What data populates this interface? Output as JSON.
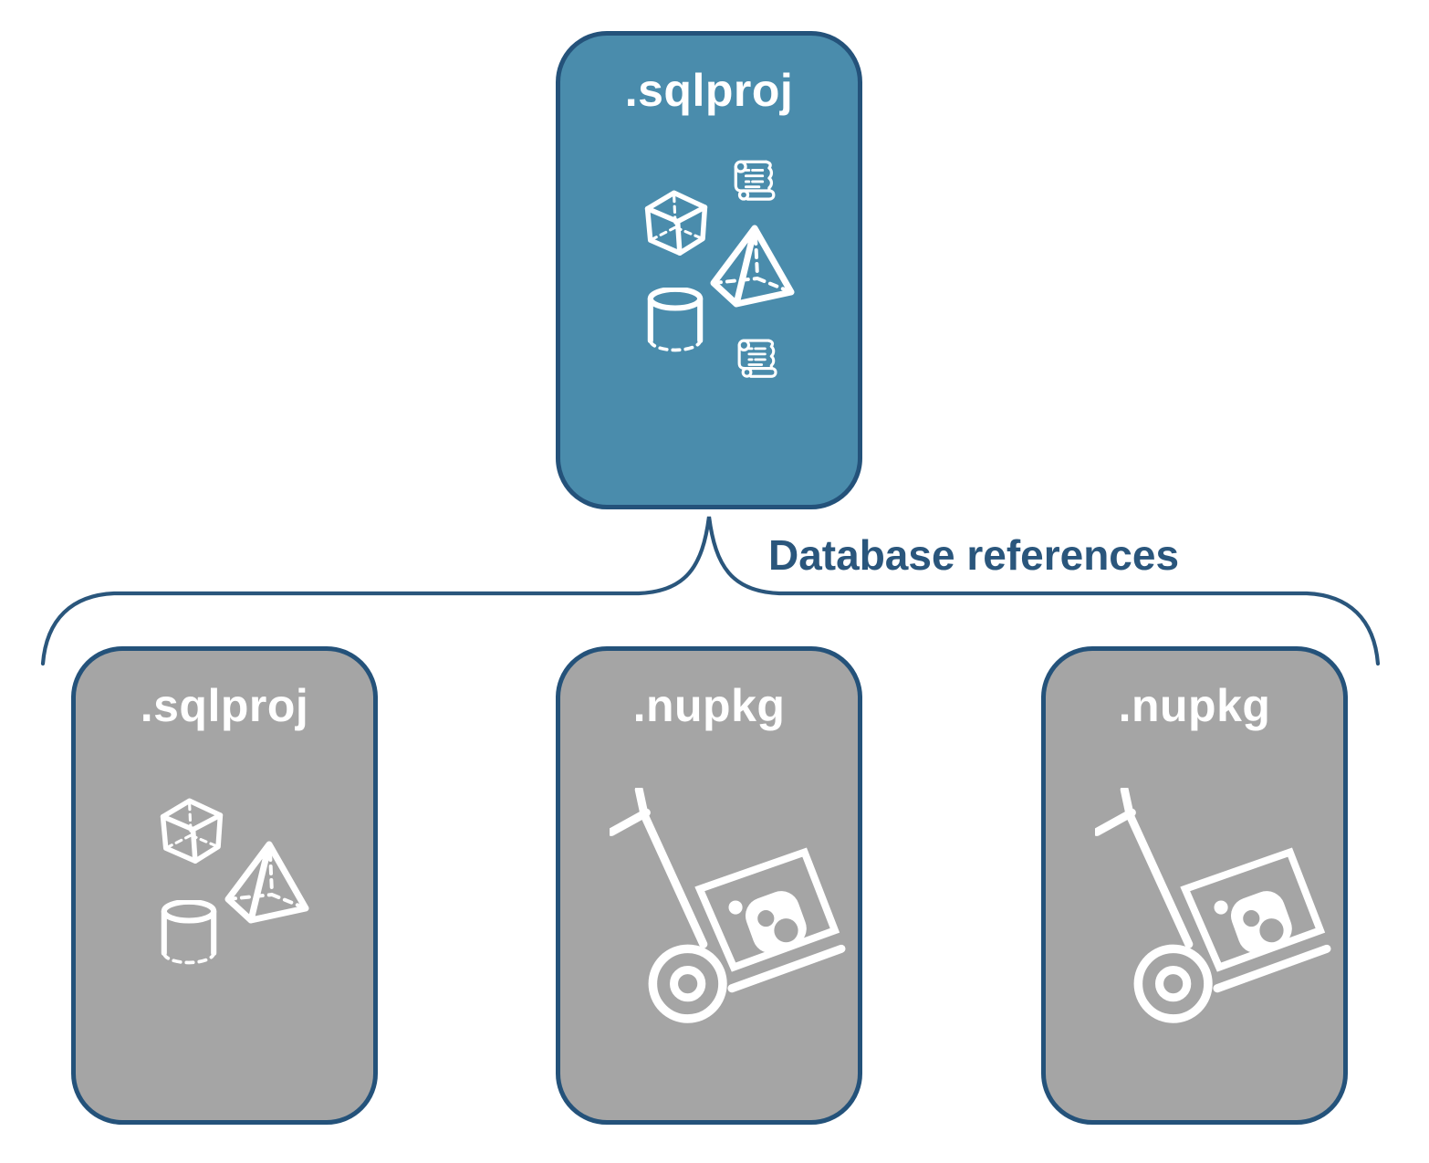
{
  "page": {
    "background_color": "#FFFFFF",
    "accent_teal": "#4A8CAC",
    "accent_gray": "#A5A5A5",
    "accent_navy_border": "#24527A",
    "accent_navy_text": "#2A567C",
    "icon_color": "#FFFFFF"
  },
  "diagram": {
    "root": {
      "label": ".sqlproj",
      "fill": "#4A8CAC",
      "border": "#24527A",
      "text_color": "#FFFFFF",
      "icons": [
        "cube-icon",
        "script-scroll-icon",
        "pyramid-icon",
        "database-cylinder-icon",
        "script-scroll-icon"
      ]
    },
    "connector": {
      "style": "curly-brace",
      "label": "Database references",
      "color": "#2A567C"
    },
    "children": [
      {
        "label": ".sqlproj",
        "fill": "#A5A5A5",
        "border": "#24527A",
        "text_color": "#FFFFFF",
        "icons": [
          "cube-icon",
          "pyramid-icon",
          "database-cylinder-icon"
        ]
      },
      {
        "label": ".nupkg",
        "fill": "#A5A5A5",
        "border": "#24527A",
        "text_color": "#FFFFFF",
        "icons": [
          "hand-truck-package-icon"
        ]
      },
      {
        "label": ".nupkg",
        "fill": "#A5A5A5",
        "border": "#24527A",
        "text_color": "#FFFFFF",
        "icons": [
          "hand-truck-package-icon"
        ]
      }
    ]
  }
}
